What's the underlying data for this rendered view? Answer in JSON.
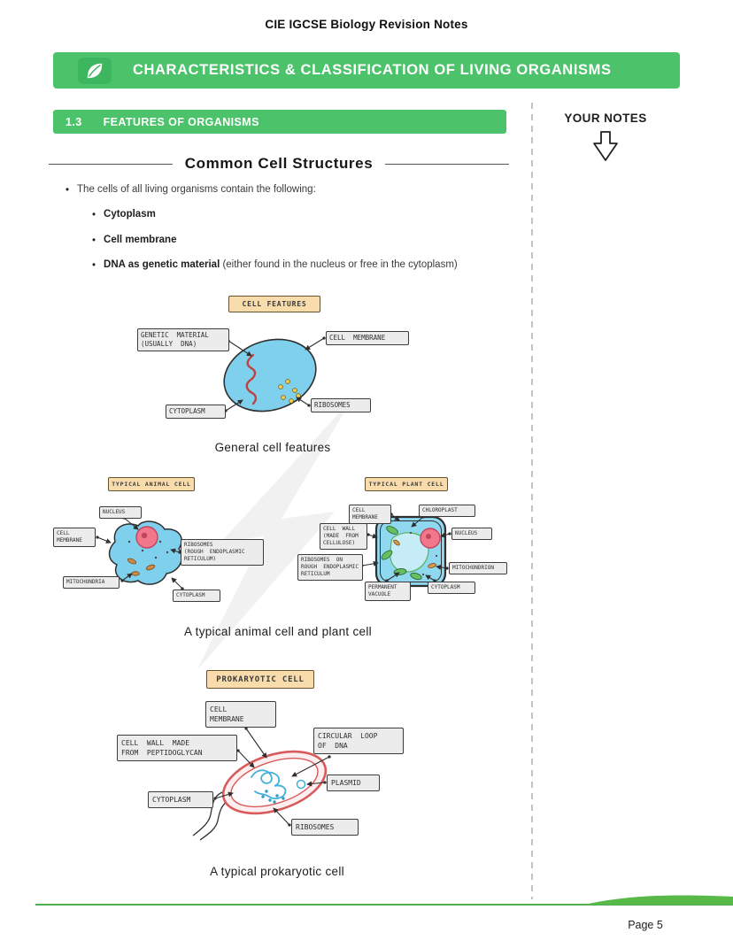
{
  "page": {
    "header": "CIE IGCSE Biology Revision Notes",
    "page_number": "Page 5",
    "accent_green": "#4cc36b"
  },
  "banner": {
    "title": "CHARACTERISTICS & CLASSIFICATION OF LIVING ORGANISMS"
  },
  "section": {
    "number": "1.3",
    "title": "FEATURES OF ORGANISMS"
  },
  "notes_column": {
    "label": "YOUR NOTES"
  },
  "content": {
    "heading": "Common Cell Structures",
    "intro": "The cells of all living organisms contain the following:",
    "bullets": [
      {
        "bold": "Cytoplasm",
        "rest": ""
      },
      {
        "bold": "Cell membrane",
        "rest": ""
      },
      {
        "bold": "DNA as genetic material",
        "rest": " (either found in the nucleus or free in the cytoplasm)"
      }
    ]
  },
  "general_cell": {
    "title": "CELL  FEATURES",
    "labels": {
      "genetic_material": "GENETIC  MATERIAL\n(USUALLY  DNA)",
      "cell_membrane": "CELL  MEMBRANE",
      "ribosomes": "RIBOSOMES",
      "cytoplasm": "CYTOPLASM"
    },
    "caption": "General cell features"
  },
  "animal_plant": {
    "animal_title": "TYPICAL  ANIMAL  CELL",
    "plant_title": "TYPICAL  PLANT  CELL",
    "animal_labels": {
      "nucleus": "NUCLEUS",
      "cell_membrane": "CELL\nMEMBRANE",
      "mitochondria": "MITOCHONDRIA",
      "ribosomes": "RIBOSOMES\n(ROUGH  ENDOPLASMIC\nRETICULUM)",
      "cytoplasm": "CYTOPLASM"
    },
    "plant_labels": {
      "cell_membrane": "CELL\nMEMBRANE",
      "chloroplast": "CHLOROPLAST",
      "cell_wall": "CELL  WALL\n(MADE  FROM\nCELLULOSE)",
      "nucleus": "NUCLEUS",
      "ribosomes": "RIBOSOMES  ON\nROUGH  ENDOPLASMIC\nRETICULUM",
      "mitochondrion": "MITOCHONDRION",
      "permanent_vacuole": "PERMANENT\nVACUOLE",
      "cytoplasm": "CYTOPLASM"
    },
    "caption": "A typical animal cell and plant cell"
  },
  "prokaryote": {
    "title": "PROKARYOTIC  CELL",
    "labels": {
      "cell_membrane": "CELL\nMEMBRANE",
      "cell_wall": "CELL  WALL  MADE\nFROM  PEPTIDOGLYCAN",
      "circular_dna": "CIRCULAR  LOOP\nOF  DNA",
      "plasmid": "PLASMID",
      "cytoplasm": "CYTOPLASM",
      "ribosomes": "RIBOSOMES"
    },
    "caption": "A typical prokaryotic cell"
  }
}
